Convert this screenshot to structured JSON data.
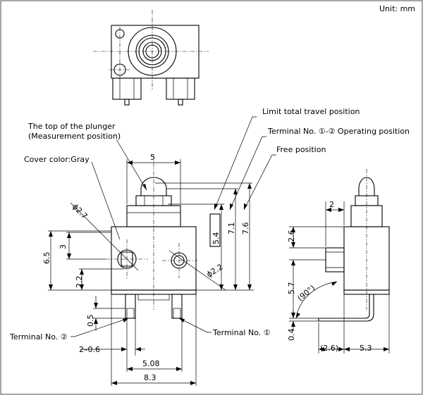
{
  "unit": "Unit: mm",
  "callouts": {
    "limit_travel": "Limit total travel position",
    "operating": "Terminal No. ①-② Operating position",
    "free": "Free position",
    "plunger_top_1": "The top of the plunger",
    "plunger_top_2": "(Measurement position)",
    "cover": "Cover color:Gray",
    "terminal_2": "Terminal No. ②",
    "terminal_1": "Terminal No. ①"
  },
  "dims": {
    "d5": "5",
    "d2_7": "ϕ2.7",
    "d2_2": "ϕ2.2",
    "d5_4": "5.4",
    "d7_1": "7.1",
    "d7_6": "7.6",
    "d3": "3",
    "d6_5": "6.5",
    "d2_2v": "2.2",
    "d0_5": "0.5",
    "d2_0_6": "2–0.6",
    "d5_08": "5.08",
    "d8_3": "8.3",
    "d2": "2",
    "d2_6": "2.6",
    "d5_7": "5.7",
    "d0_4": "0.4",
    "d90": "(90°)",
    "d2_6p": "(2.6)",
    "d5_3": "5.3"
  }
}
